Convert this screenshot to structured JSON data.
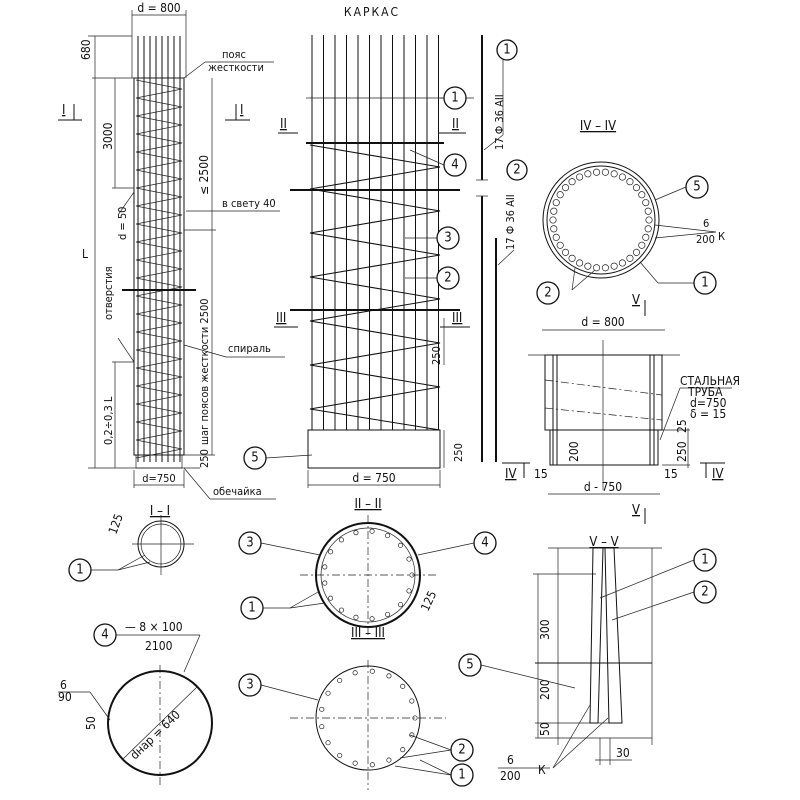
{
  "drawing": {
    "title": "КАРКАС",
    "pile": {
      "d_top": "d = 800",
      "dim_680": "680",
      "belt_label_1": "пояс",
      "belt_label_2": "жесткости",
      "section_I": "I",
      "dim_3000": "3000",
      "dim_2500": "≤ 2500",
      "clear_40": "в свету 40",
      "hole_d": "d = 50",
      "holes": "отверстия",
      "length": "L",
      "belt_pitch": "шаг поясов жесткости 2500",
      "spiral": "спираль",
      "dim_02_03L": "0,2÷0,3 L",
      "dim_250": "250",
      "d_bottom": "d=750",
      "shell": "обечайка"
    },
    "cage": {
      "section_II": "II",
      "section_III": "III",
      "dim_250_a": "250",
      "dim_250_b": "250",
      "d_bottom": "d = 750"
    },
    "bars": {
      "bar1_spec": "17 Ф 36 АII",
      "bar2_spec": "17 Ф 36 АII"
    },
    "section_IV": {
      "title": "IV – IV",
      "weld_top": "6",
      "weld_bottom": "200",
      "weld_k": "К"
    },
    "base_detail": {
      "d_top": "d = 800",
      "section_V": "V",
      "tube_1": "СТАЛЬНАЯ",
      "tube_2": "ТРУБА",
      "tube_d": "d=750",
      "tube_t": "δ = 15",
      "dim_25": "25",
      "dim_200": "200",
      "dim_250": "250",
      "section_IV": "IV",
      "dim_15": "15",
      "d_bottom": "d - 750"
    },
    "section_I_I": {
      "title": "I – I",
      "dim_125": "125"
    },
    "section_II_II": {
      "title": "II – II",
      "dim_125": "125"
    },
    "plate_4": {
      "spec_top": "— 8 × 100",
      "spec_bottom": "2100",
      "weld_top": "6",
      "weld_bottom": "90",
      "dim_50": "50",
      "d_outer": "dнар = 640"
    },
    "section_III_III": {
      "title": "III – III"
    },
    "section_V_V": {
      "title": "V – V",
      "dim_300": "300",
      "dim_200": "200",
      "dim_50": "50",
      "dim_30": "30",
      "weld_top": "6",
      "weld_bottom": "200",
      "weld_k": "К"
    },
    "callouts": {
      "c1": "1",
      "c2": "2",
      "c3": "3",
      "c4": "4",
      "c5": "5"
    }
  }
}
